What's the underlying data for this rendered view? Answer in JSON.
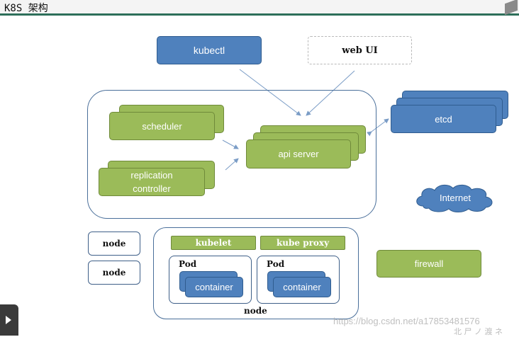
{
  "header": {
    "title": "K8S 架构"
  },
  "diagram": {
    "kubectl": "kubectl",
    "web_ui": "web UI",
    "scheduler": "scheduler",
    "replication_controller": "replication\ncontroller",
    "api_server": "api server",
    "etcd": "etcd",
    "internet": "Internet",
    "firewall": "firewall",
    "node_left_1": "node",
    "node_left_2": "node",
    "kubelet": "kubelet",
    "kube_proxy": "kube proxy",
    "pod_1": "Pod",
    "pod_2": "Pod",
    "container_1": "container",
    "container_2": "container",
    "node_label": "node"
  },
  "watermark": {
    "url": "https://blog.csdn.net/a17853481576"
  },
  "colors": {
    "blue": "#4f81bd",
    "green": "#9bbb59",
    "header_line": "#2d6f5a",
    "arrow": "#7a9cc6"
  }
}
